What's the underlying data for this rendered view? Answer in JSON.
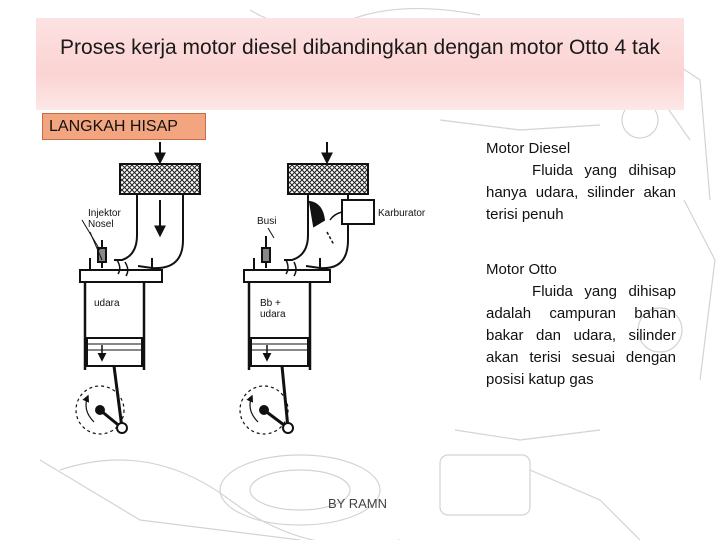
{
  "title": "Proses kerja motor diesel dibandingkan dengan motor Otto 4 tak",
  "step_label": "LANGKAH HISAP",
  "diagram_labels": {
    "injector": "Injektor",
    "nozzle": "Nosel",
    "air_left": "udara",
    "spark_plug": "Busi",
    "carburetor": "Karburator",
    "mixture_line1": "Bb +",
    "mixture_line2": "udara"
  },
  "diesel": {
    "heading": "Motor Diesel",
    "text": "Fluida yang dihisap hanya udara, silinder akan terisi penuh"
  },
  "otto": {
    "heading": "Motor Otto",
    "text": "Fluida yang dihisap adalah campuran bahan bakar dan udara, silinder akan terisi sesuai dengan posisi katup gas"
  },
  "credit": "BY RAMN",
  "colors": {
    "title_band": "#fbd3d3",
    "step_label_bg": "#f2a57e"
  }
}
